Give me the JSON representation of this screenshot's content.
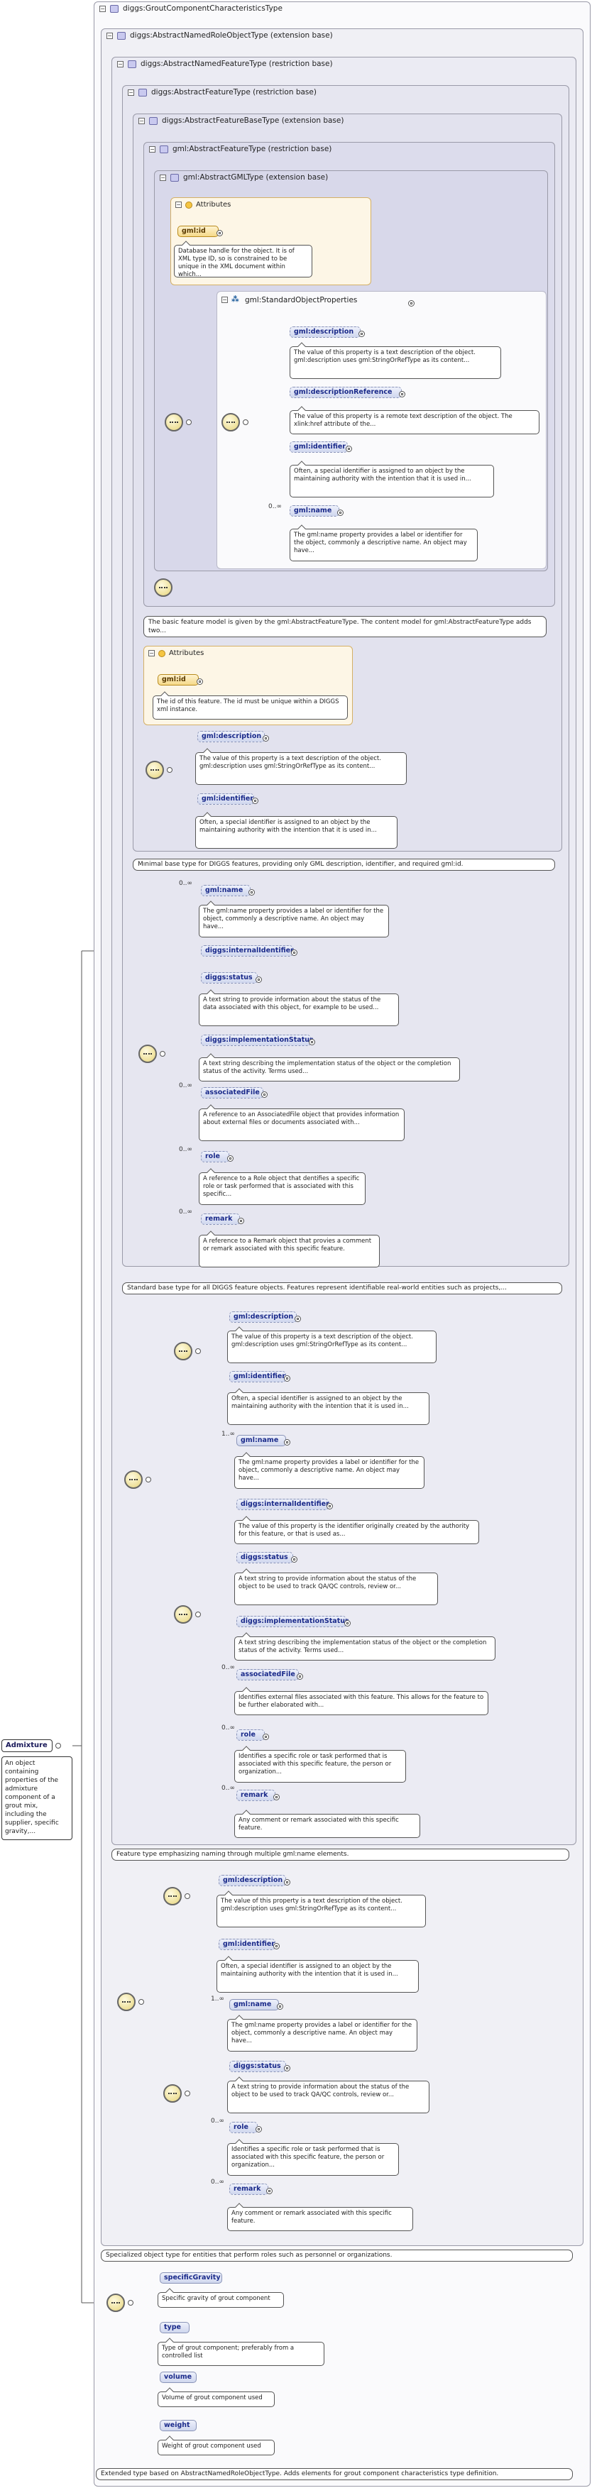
{
  "root": {
    "name": "Admixture",
    "description": "An object containing properties of the admixture component of a grout mix, including the supplier, specific gravity,..."
  },
  "types": {
    "grout": "diggs:GroutComponentCharacteristicsType",
    "role": "diggs:AbstractNamedRoleObjectType (extension base)",
    "named_feature": "diggs:AbstractNamedFeatureType (restriction base)",
    "feature": "diggs:AbstractFeatureType (restriction base)",
    "feature_base": "diggs:AbstractFeatureBaseType (extension base)",
    "gml_feature": "gml:AbstractFeatureType (restriction base)",
    "gml_gml": "gml:AbstractGMLType (extension base)",
    "attributes": "Attributes",
    "std_props": "gml:StandardObjectProperties"
  },
  "elements": {
    "gml_id_1": "gml:id",
    "gml_id_1_desc": "Database handle for the object. It is of XML type ID, so is constrained to be unique in the XML document within which...",
    "sop_desc": "gml:description",
    "sop_desc_desc": "The value of this property is a text description of the object. gml:description uses gml:StringOrRefType as its content...",
    "sop_ref": "gml:descriptionReference",
    "sop_ref_desc": "The value of this property is a remote text description of the object. The xlink:href attribute of the...",
    "sop_ident": "gml:identifier",
    "sop_ident_desc": "Often, a special identifier is assigned to an object by the maintaining authority with the intention that it is used in...",
    "sop_name": "gml:name",
    "sop_name_desc": "The gml:name property provides a label or identifier for the object, commonly a descriptive name. An object may have...",
    "sop_name_mult": "0..∞",
    "fb_note": "The basic feature model is given by the gml:AbstractFeatureType. The content model for gml:AbstractFeatureType adds two...",
    "gml_id_2": "gml:id",
    "gml_id_2_desc": "The id of this feature. The id must be unique within a DIGGS xml instance.",
    "fb_desc": "gml:description",
    "fb_desc_desc": "The value of this property is a text description of the object. gml:description uses gml:StringOrRefType as its content...",
    "fb_ident": "gml:identifier",
    "fb_ident_desc": "Often, a special identifier is assigned to an object by the maintaining authority with the intention that it is used in...",
    "af_note": "Minimal base type for DIGGS features, providing only GML description, identifier, and required gml:id.",
    "af_name": "gml:name",
    "af_name_mult": "0..∞",
    "af_name_desc": "The gml:name property provides a label or identifier for the object, commonly a descriptive name. An object may have...",
    "af_internal": "diggs:internalIdentifier",
    "af_status": "diggs:status",
    "af_status_desc": "A text string to provide information about the status of the data associated with this object, for example to be used...",
    "af_impl": "diggs:implementationStatus",
    "af_impl_desc": "A text string describing the implementation status of the object or the completion status of the activity. Terms used...",
    "af_assoc": "associatedFile",
    "af_assoc_mult": "0..∞",
    "af_assoc_desc": "A reference to an AssociatedFile object that provides information about external files or documents associated with...",
    "af_role": "role",
    "af_role_mult": "0..∞",
    "af_role_desc": "A reference to a Role object that dentifies a specific role or task performed that is associated with this specific...",
    "af_remark": "remark",
    "af_remark_mult": "0..∞",
    "af_remark_desc": "A reference to a Remark object that provies a comment or remark associated with this specific feature.",
    "nf_note": "Standard base type for all DIGGS feature objects. Features represent identifiable real-world entities such as projects,...",
    "nf_desc": "gml:description",
    "nf_desc_desc": "The value of this property is a text description of the object. gml:description uses gml:StringOrRefType as its content...",
    "nf_ident": "gml:identifier",
    "nf_ident_desc": "Often, a special identifier is assigned to an object by the maintaining authority with the intention that it is used in...",
    "nf_name_mult": "1..∞",
    "nf_name": "gml:name",
    "nf_name_desc": "The gml:name property provides a label or identifier for the object, commonly a descriptive name. An object may have...",
    "nf_internal": "diggs:internalIdentifier",
    "nf_internal_desc": "The value of this property is the identifier originally created by the authority for this feature, or that is used as...",
    "nf_status": "diggs:status",
    "nf_status_desc": "A text string to provide information about the status of the object to be used to track QA/QC controls, review or...",
    "nf_impl": "diggs:implementationStatus",
    "nf_impl_desc": "A text string describing the implementation status of the object or the completion status of the activity. Terms used...",
    "nf_assoc_mult": "0..∞",
    "nf_assoc": "associatedFile",
    "nf_assoc_desc": "Identifies external files associated with this feature. This allows for the feature to be further elaborated with...",
    "nf_role_mult": "0..∞",
    "nf_role": "role",
    "nf_role_desc": "Identifies a specific role or task performed that is associated with this specific feature, the person or organization...",
    "nf_remark_mult": "0..∞",
    "nf_remark": "remark",
    "nf_remark_desc": "Any comment or remark associated with this specific feature.",
    "ro_note": "Feature type emphasizing naming through multiple gml:name elements.",
    "ro_desc": "gml:description",
    "ro_desc_desc": "The value of this property is a text description of the object. gml:description uses gml:StringOrRefType as its content...",
    "ro_ident": "gml:identifier",
    "ro_ident_desc": "Often, a special identifier is assigned to an object by the maintaining authority with the intention that it is used in...",
    "ro_name_mult": "1..∞",
    "ro_name": "gml:name",
    "ro_name_desc": "The gml:name property provides a label or identifier for the object, commonly a descriptive name. An object may have...",
    "ro_status": "diggs:status",
    "ro_status_desc": "A text string to provide information about the status of the object to be used to track QA/QC controls, review or...",
    "ro_role_mult": "0..∞",
    "ro_role": "role",
    "ro_role_desc": "Identifies a specific role or task performed that is associated with this specific feature, the person or organization...",
    "ro_remark_mult": "0..∞",
    "ro_remark": "remark",
    "ro_remark_desc": "Any comment or remark associated with this specific feature.",
    "gr_note": "Specialized object type for entities that perform roles such as personnel or organizations.",
    "gr_sg": "specificGravity",
    "gr_sg_desc": "Specific gravity of grout component",
    "gr_type": "type",
    "gr_type_desc": "Type of grout component; preferably from a controlled list",
    "gr_volume": "volume",
    "gr_volume_desc": "Volume of grout component used",
    "gr_weight": "weight",
    "gr_weight_desc": "Weight of grout component used",
    "final_note": "Extended type based on AbstractNamedRoleObjectType. Adds elements for grout component characteristics type definition."
  }
}
